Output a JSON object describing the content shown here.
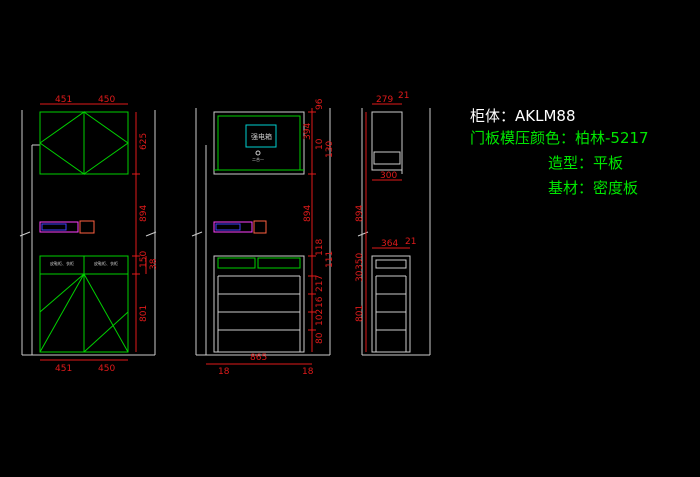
{
  "specs": {
    "cabinet": "柜体：AKLM88",
    "door_color": "门板模压颜色：柏林-5217",
    "style": "造型：平板",
    "substrate": "基材：密度板"
  },
  "labels": {
    "strong_box": "强电箱",
    "panel_text_1": "皮鞋柜、衣柜",
    "panel_text_2": "皮鞋柜、衣柜",
    "small_text": "二合一"
  },
  "dims": {
    "front_top_left": "451",
    "front_top_right": "450",
    "front_bottom_left": "451",
    "front_bottom_right": "450",
    "front_v_625": "625",
    "front_v_894": "894",
    "front_v_150": "150",
    "front_v_38": "38",
    "front_v_801": "801",
    "mid_v_96": "96",
    "mid_v_394": "394",
    "mid_v_10": "10",
    "mid_v_130": "130",
    "mid_v_894": "894",
    "mid_v_118": "118",
    "mid_v_111": "111",
    "mid_v_217": "217",
    "mid_v_16": "16",
    "mid_v_102": "102",
    "mid_v_80": "80",
    "mid_bottom_865": "865",
    "mid_bottom_18a": "18",
    "mid_bottom_18b": "18",
    "side_top_279": "279",
    "side_top_21": "21",
    "side_top_300": "300",
    "side_mid_364": "364",
    "side_mid_21": "21",
    "side_v_894": "894",
    "side_v_350": "350",
    "side_v_30": "30",
    "side_v_801": "801"
  }
}
